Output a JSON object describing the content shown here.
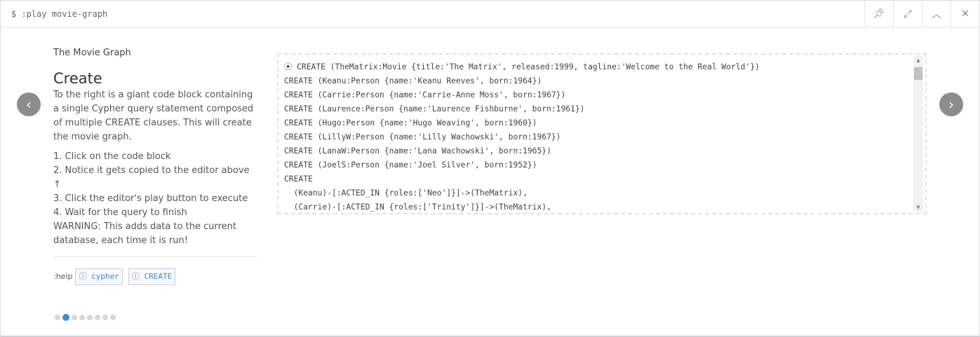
{
  "header": {
    "command": "$ :play movie-graph"
  },
  "slide": {
    "subtitle": "The Movie Graph",
    "title": "Create",
    "intro": "To the right is a giant code block containing a single Cypher query statement composed of multiple CREATE clauses. This will create the movie graph.",
    "steps": [
      "1. Click on the code block",
      "2. Notice it gets copied to the editor above ↑",
      "3. Click the editor's play button to execute",
      "4. Wait for the query to finish"
    ],
    "warning": "WARNING: This adds data to the current database, each time it is run!",
    "help_label": ":help",
    "help_chips": [
      "cypher",
      "CREATE"
    ]
  },
  "pagination": {
    "total": 8,
    "current": 2
  },
  "code": {
    "lines": [
      "CREATE (TheMatrix:Movie {title:'The Matrix', released:1999, tagline:'Welcome to the Real World'})",
      "CREATE (Keanu:Person {name:'Keanu Reeves', born:1964})",
      "CREATE (Carrie:Person {name:'Carrie-Anne Moss', born:1967})",
      "CREATE (Laurence:Person {name:'Laurence Fishburne', born:1961})",
      "CREATE (Hugo:Person {name:'Hugo Weaving', born:1960})",
      "CREATE (LillyW:Person {name:'Lilly Wachowski', born:1967})",
      "CREATE (LanaW:Person {name:'Lana Wachowski', born:1965})",
      "CREATE (JoelS:Person {name:'Joel Silver', born:1952})",
      "CREATE",
      "  (Keanu)-[:ACTED_IN {roles:['Neo']}]->(TheMatrix),",
      "  (Carrie)-[:ACTED_IN {roles:['Trinity']}]->(TheMatrix),"
    ]
  }
}
